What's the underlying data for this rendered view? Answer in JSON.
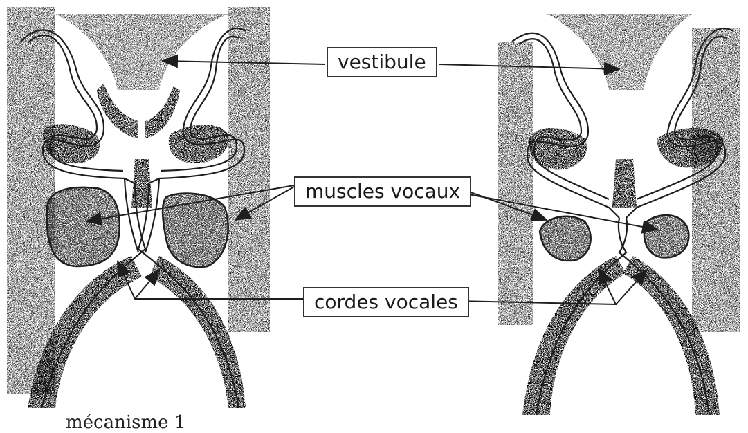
{
  "labels": {
    "vestibule": "vestibule",
    "muscles": "muscles vocaux",
    "cordes": "cordes vocales"
  },
  "caption_left": "mécanisme 1",
  "colors": {
    "ink": "#1e1e1e",
    "paper": "#ffffff"
  }
}
